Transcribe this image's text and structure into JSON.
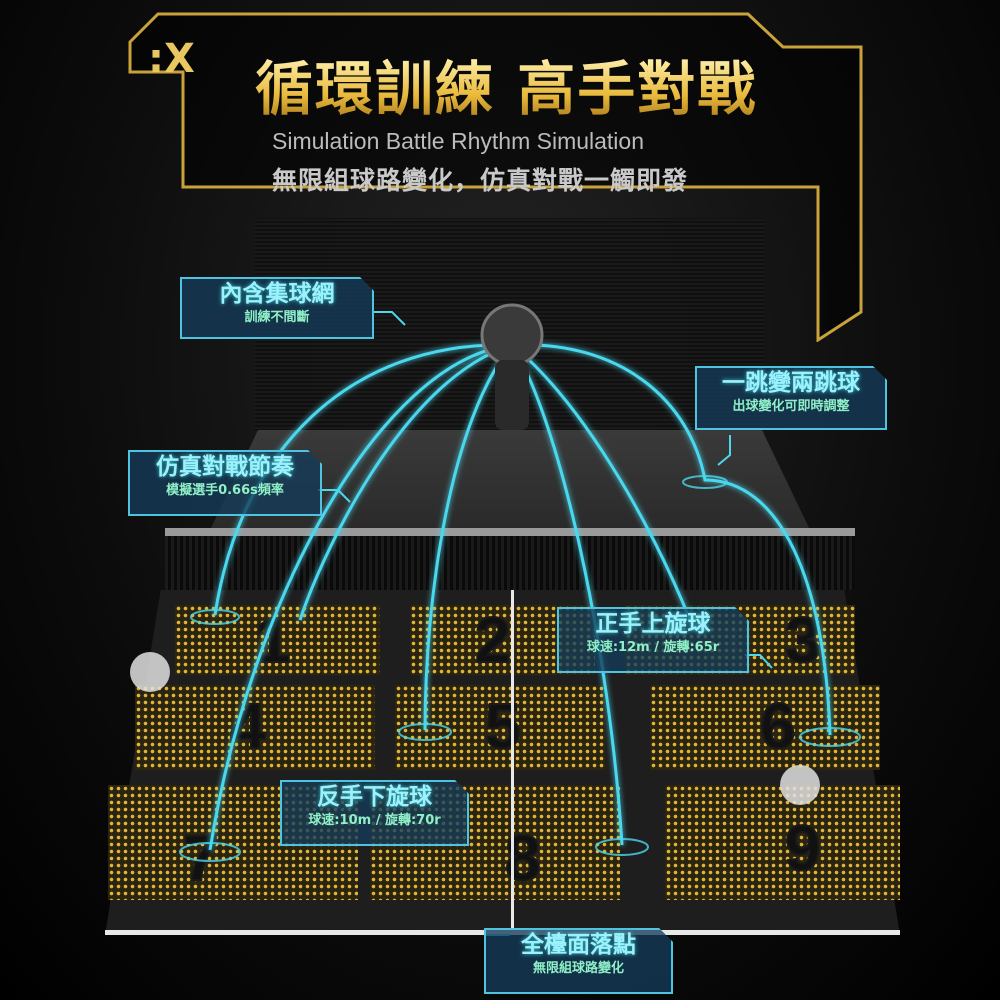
{
  "header": {
    "title": "循環訓練 高手對戰",
    "subtitle_en": "Simulation Battle Rhythm Simulation",
    "subtitle_zh": "無限組球路變化，仿真對戰一觸即發",
    "accent_color": "#e8b93a"
  },
  "callouts": [
    {
      "title": "內含集球網",
      "sub": "訓練不間斷"
    },
    {
      "title": "一跳變兩跳球",
      "sub": "出球變化可即時調整"
    },
    {
      "title": "仿真對戰節奏",
      "sub": "模擬選手0.66s頻率"
    },
    {
      "title": "正手上旋球",
      "sub": "球速:12m / 旋轉:65r"
    },
    {
      "title": "反手下旋球",
      "sub": "球速:10m / 旋轉:70r"
    },
    {
      "title": "全檯面落點",
      "sub": "無限組球路變化"
    }
  ],
  "zones": [
    "1",
    "2",
    "3",
    "4",
    "5",
    "6",
    "7",
    "8",
    "9"
  ],
  "colors": {
    "trajectory": "#49d8ee",
    "zone_dots": "#e0b63a",
    "callout_border": "#4fc3e0"
  }
}
